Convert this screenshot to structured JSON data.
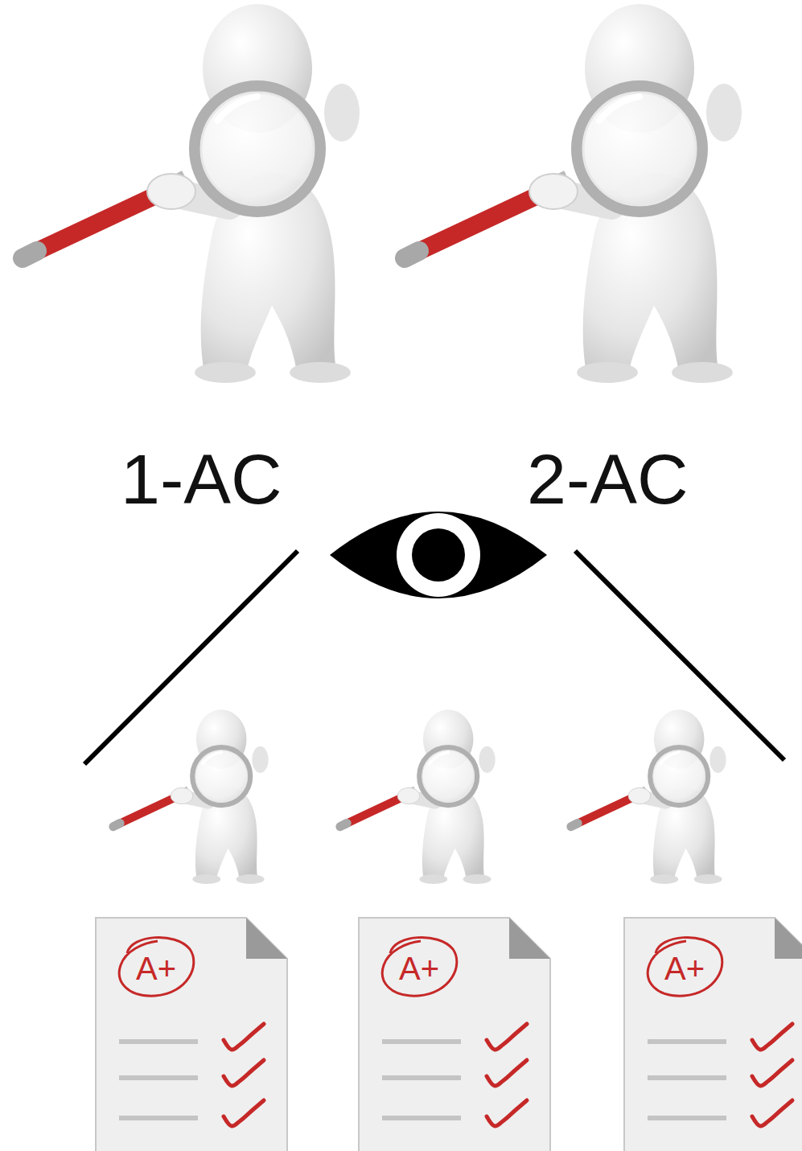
{
  "diagram": {
    "nodes": [
      {
        "text": [
          "A+"
        ]
      },
      {
        "text": [
          "A+"
        ]
      },
      {
        "text": [
          "A+"
        ]
      }
    ],
    "labels": [
      "1-AC",
      "2-AC"
    ]
  }
}
